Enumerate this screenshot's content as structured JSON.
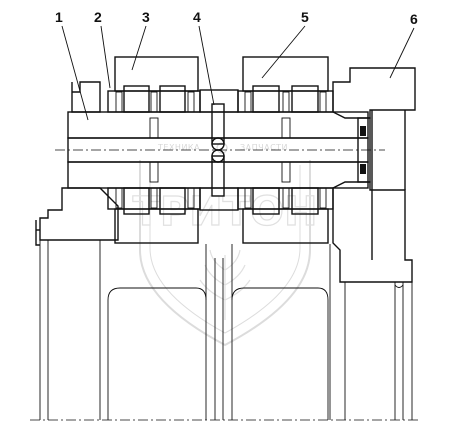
{
  "callouts": [
    {
      "id": "1",
      "label": "1"
    },
    {
      "id": "2",
      "label": "2"
    },
    {
      "id": "3",
      "label": "3"
    },
    {
      "id": "4",
      "label": "4"
    },
    {
      "id": "5",
      "label": "5"
    },
    {
      "id": "6",
      "label": "6"
    }
  ],
  "watermark": {
    "left_text": "ТЕХНИКА",
    "right_text": "ЗАПЧАСТИ",
    "logo_text": "ТРИТОН"
  },
  "colors": {
    "line": "#111111",
    "background": "#ffffff",
    "watermark": "#c0c0c0"
  }
}
